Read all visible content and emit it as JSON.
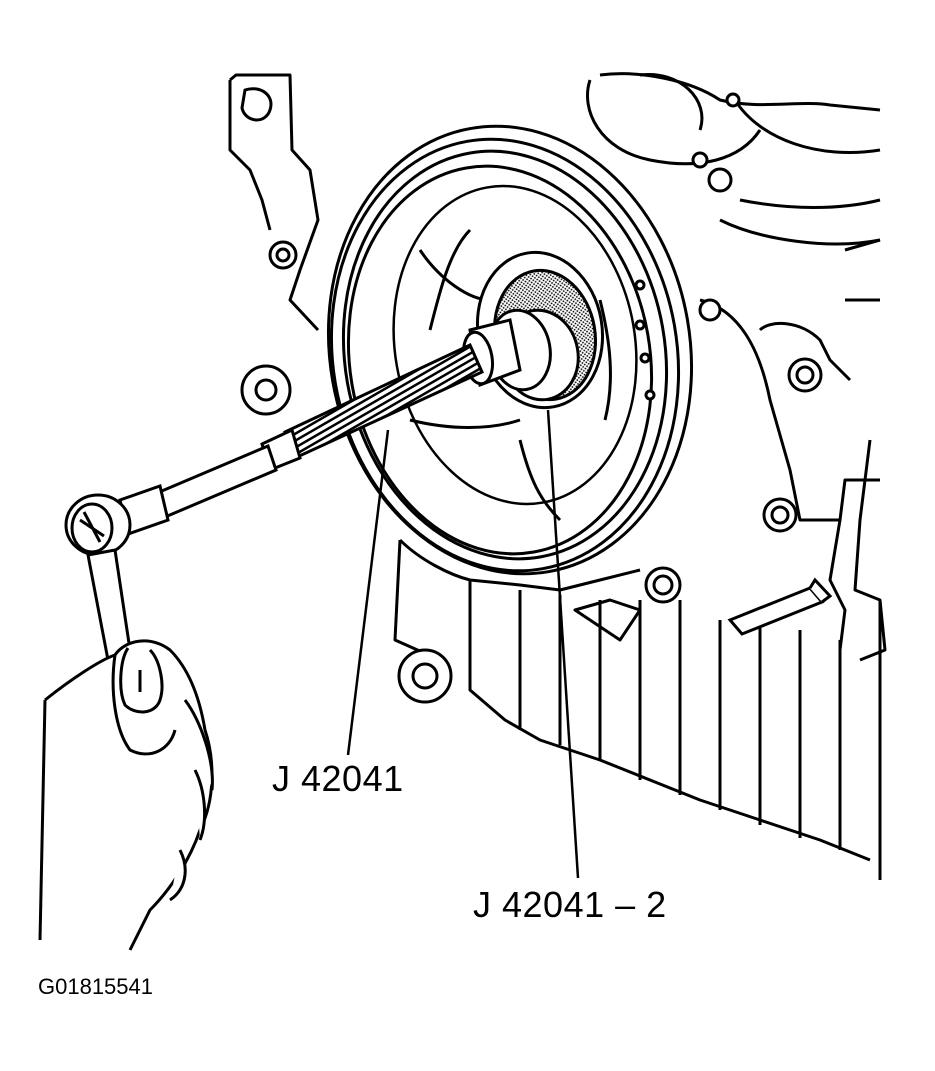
{
  "callouts": {
    "tool": "J 42041",
    "adapter": "J 42041 – 2"
  },
  "figure_id": "G01815541",
  "colors": {
    "ink": "#000000",
    "paper": "#ffffff",
    "shade": "#9a9a9a"
  }
}
